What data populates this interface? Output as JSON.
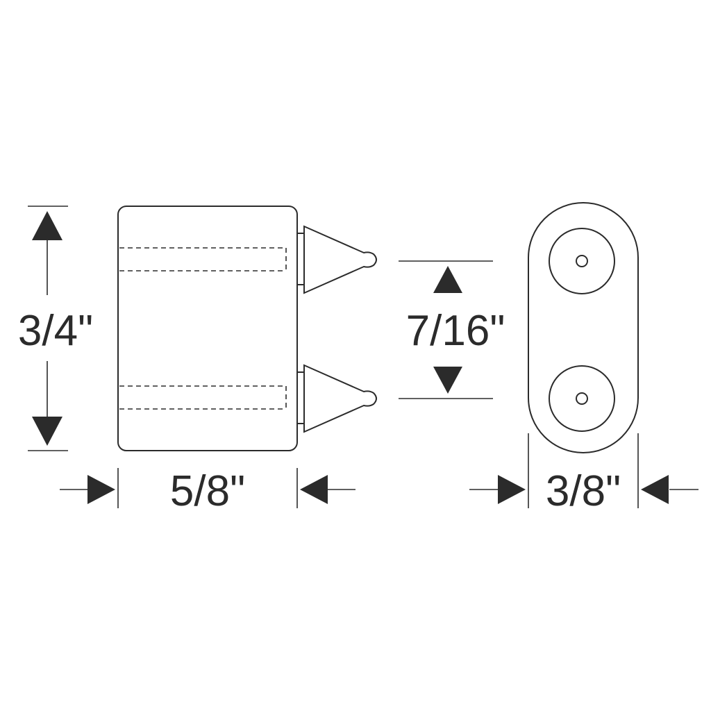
{
  "dimensions": {
    "height": "3/4\"",
    "width": "5/8\"",
    "spacing": "7/16\"",
    "thickness": "3/8\""
  },
  "colors": {
    "line": "#2b2b2b",
    "background": "#ffffff"
  }
}
